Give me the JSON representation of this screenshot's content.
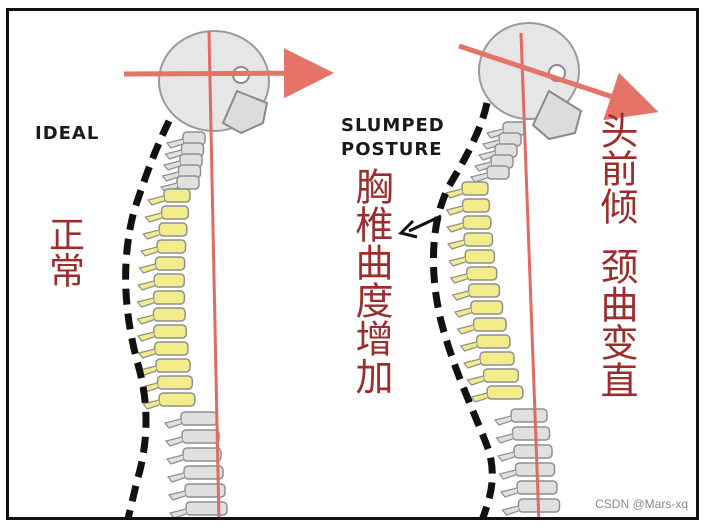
{
  "colors": {
    "accent": "#c0392b",
    "arrow": "#e57368",
    "line": "#e06b62",
    "text": "#9b2d2d",
    "bone": "#e0e0e0",
    "bone_yellow": "#f3ec8a",
    "frame": "#111111",
    "watermark": "#8a8a8a"
  },
  "left_panel": {
    "caption_en": "IDEAL",
    "caption_cn": "正常"
  },
  "right_panel": {
    "caption_en_line1": "SLUMPED",
    "caption_en_line2": "POSTURE",
    "caption_cn_spine": "胸椎曲度增加",
    "caption_cn_head": "头前倾",
    "caption_cn_neck": "颈曲变直"
  },
  "watermark": "CSDN @Mars-xq"
}
